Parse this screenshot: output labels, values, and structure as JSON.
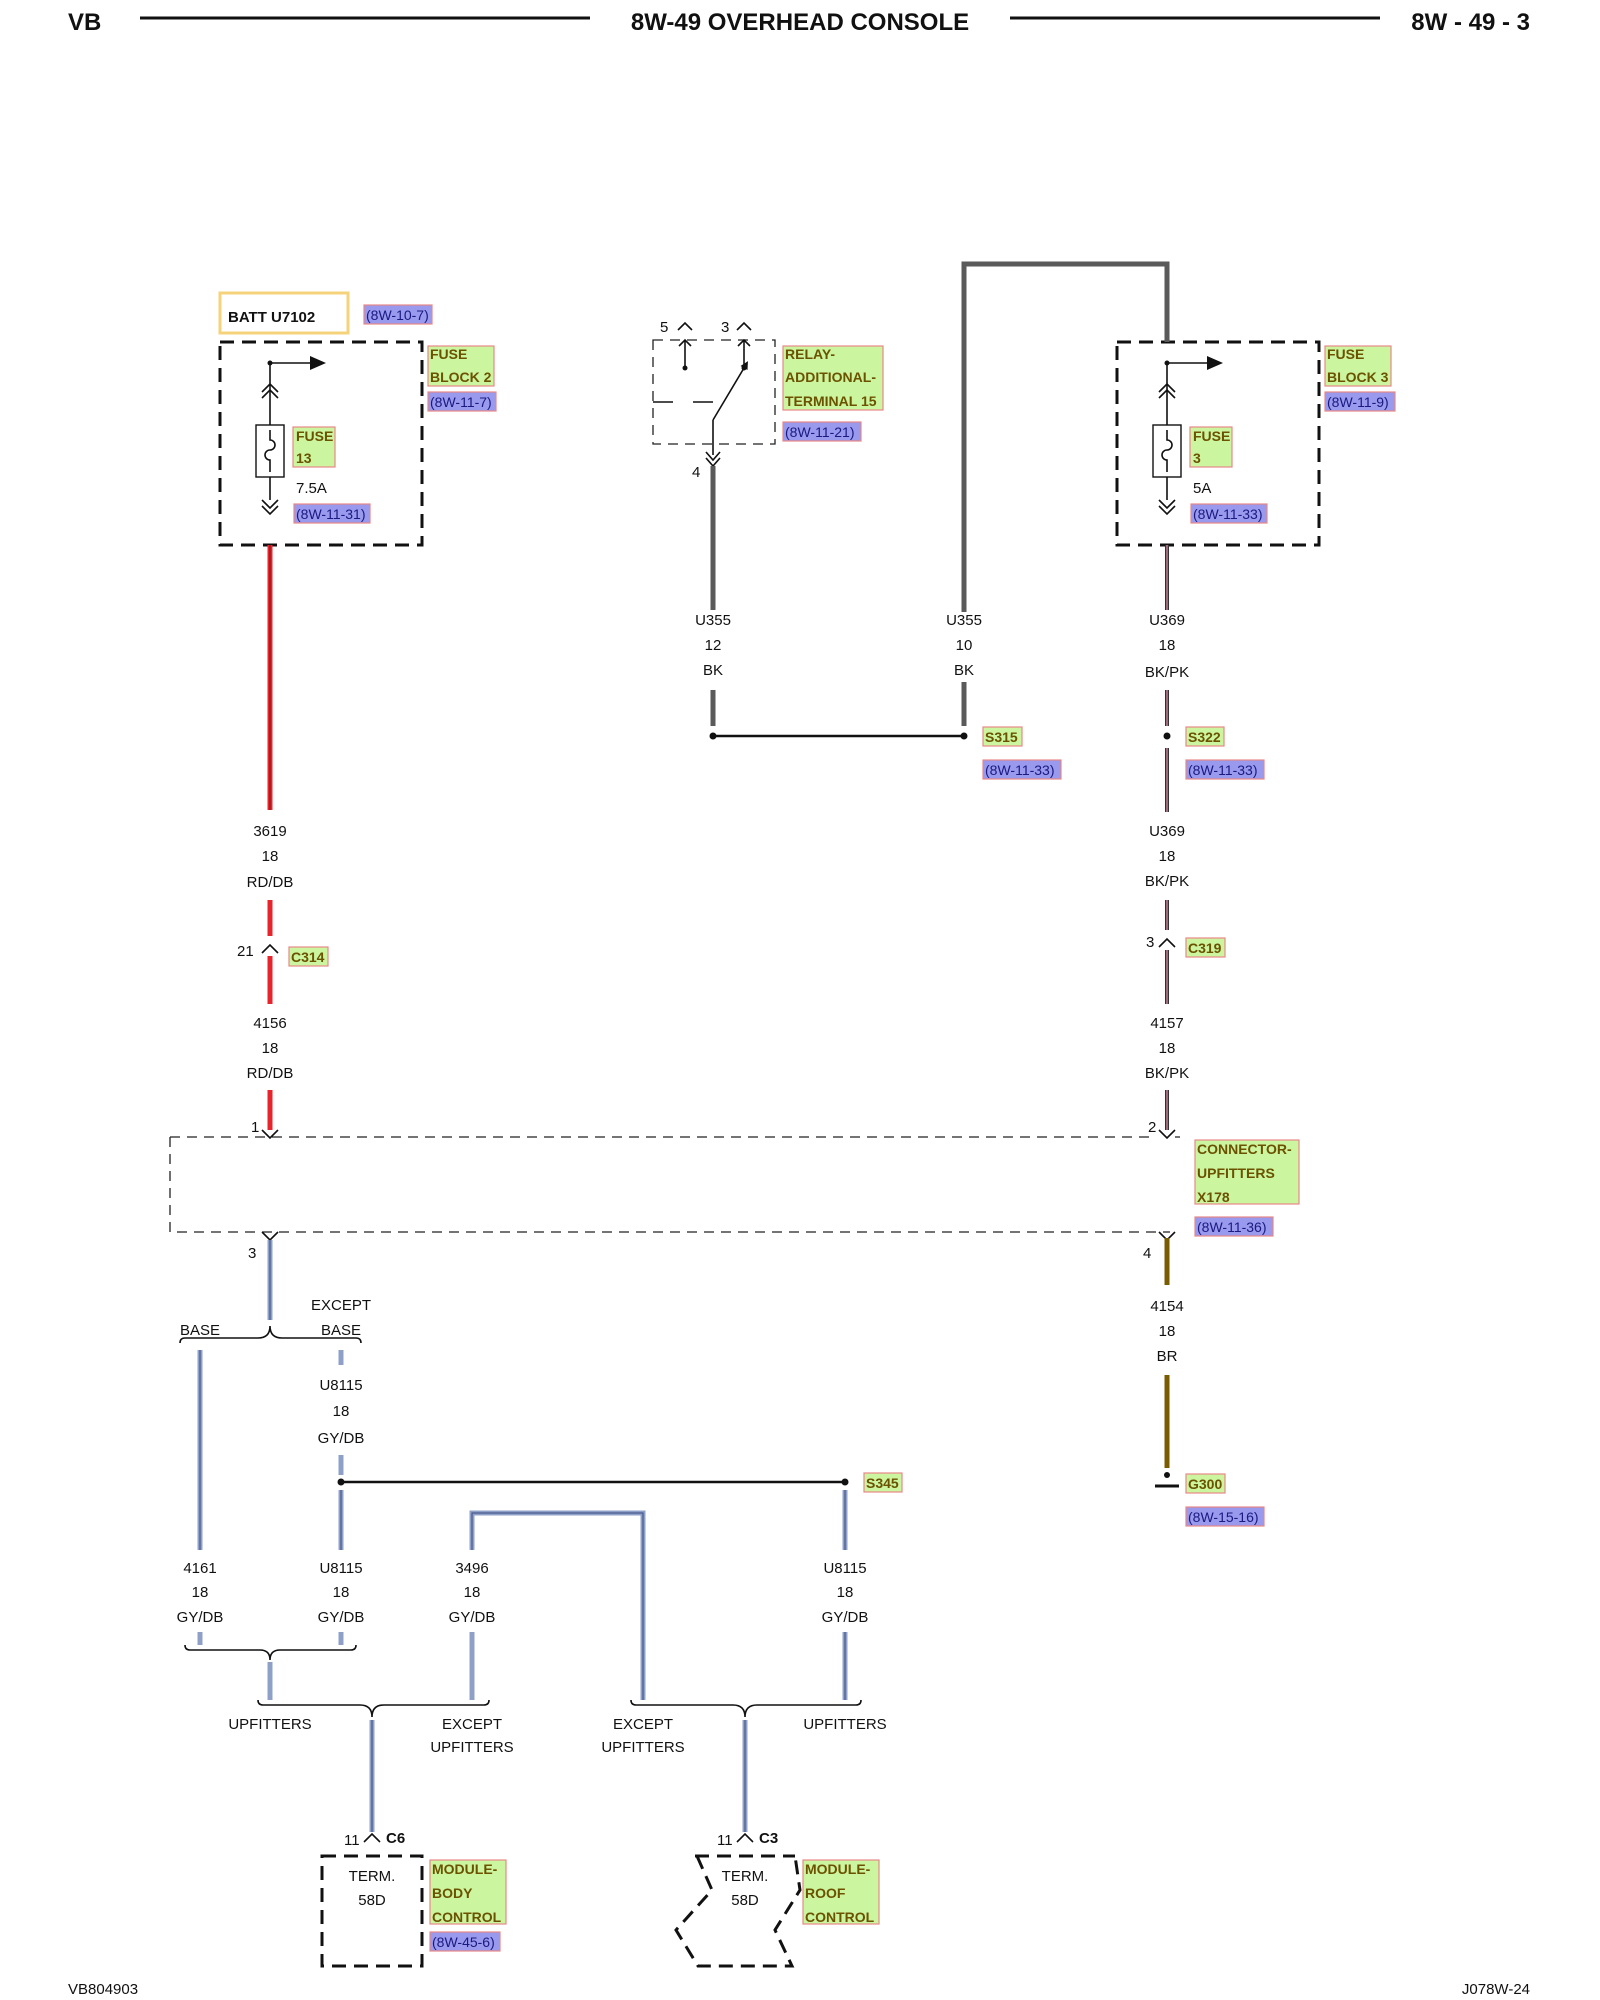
{
  "header": {
    "left": "VB",
    "title": "8W-49 OVERHEAD CONSOLE",
    "right": "8W - 49 - 3"
  },
  "footer": {
    "left": "VB804903",
    "right": "J078W-24"
  },
  "batt": {
    "label": "BATT U7102",
    "ref": "(8W-10-7)"
  },
  "fuse_block_2": {
    "name_l1": "FUSE",
    "name_l2": "BLOCK 2",
    "ref": "(8W-11-7)",
    "fuse_l1": "FUSE",
    "fuse_l2": "13",
    "rating": "7.5A",
    "fuse_ref": "(8W-11-31)"
  },
  "relay": {
    "name_l1": "RELAY-",
    "name_l2": "ADDITIONAL-",
    "name_l3": "TERMINAL 15",
    "ref": "(8W-11-21)",
    "pin5": "5",
    "pin3": "3",
    "pin4": "4"
  },
  "fuse_block_3": {
    "name_l1": "FUSE",
    "name_l2": "BLOCK 3",
    "ref": "(8W-11-9)",
    "fuse_l1": "FUSE",
    "fuse_l2": "3",
    "rating": "5A",
    "fuse_ref": "(8W-11-33)"
  },
  "wires": {
    "u355_a": {
      "circuit": "U355",
      "gauge": "12",
      "color": "BK"
    },
    "u355_b": {
      "circuit": "U355",
      "gauge": "10",
      "color": "BK"
    },
    "u369_a": {
      "circuit": "U369",
      "gauge": "18",
      "color": "BK/PK"
    },
    "u369_b": {
      "circuit": "U369",
      "gauge": "18",
      "color": "BK/PK"
    },
    "w3619": {
      "circuit": "3619",
      "gauge": "18",
      "color": "RD/DB"
    },
    "w4156": {
      "circuit": "4156",
      "gauge": "18",
      "color": "RD/DB"
    },
    "w4157": {
      "circuit": "4157",
      "gauge": "18",
      "color": "BK/PK"
    },
    "w4154": {
      "circuit": "4154",
      "gauge": "18",
      "color": "BR"
    },
    "u8115_a": {
      "circuit": "U8115",
      "gauge": "18",
      "color": "GY/DB"
    },
    "w4161": {
      "circuit": "4161",
      "gauge": "18",
      "color": "GY/DB"
    },
    "u8115_b": {
      "circuit": "U8115",
      "gauge": "18",
      "color": "GY/DB"
    },
    "w3496": {
      "circuit": "3496",
      "gauge": "18",
      "color": "GY/DB"
    },
    "u8115_c": {
      "circuit": "U8115",
      "gauge": "18",
      "color": "GY/DB"
    }
  },
  "splices": {
    "s315": {
      "name": "S315",
      "ref": "(8W-11-33)"
    },
    "s322": {
      "name": "S322",
      "ref": "(8W-11-33)"
    },
    "s345": {
      "name": "S345"
    }
  },
  "connectors": {
    "c314": {
      "name": "C314",
      "pin": "21"
    },
    "c319": {
      "name": "C319",
      "pin": "3"
    }
  },
  "x178": {
    "name_l1": "CONNECTOR-",
    "name_l2": "UPFITTERS",
    "name_l3": "X178",
    "ref": "(8W-11-36)",
    "pin1": "1",
    "pin2": "2",
    "pin3": "3",
    "pin4": "4"
  },
  "ground": {
    "name": "G300",
    "ref": "(8W-15-16)"
  },
  "options": {
    "base": "BASE",
    "except": "EXCEPT",
    "except_base": "BASE",
    "upfitters": "UPFITTERS",
    "except_upf_l1": "EXCEPT",
    "except_upf_l2": "UPFITTERS"
  },
  "body_control": {
    "name_l1": "MODULE-",
    "name_l2": "BODY",
    "name_l3": "CONTROL",
    "ref": "(8W-45-6)",
    "connector": "C6",
    "pin": "11",
    "term_l1": "TERM.",
    "term_l2": "58D"
  },
  "roof_control": {
    "name_l1": "MODULE-",
    "name_l2": "ROOF",
    "name_l3": "CONTROL",
    "connector": "C3",
    "pin": "11",
    "term_l1": "TERM.",
    "term_l2": "58D"
  },
  "colors": {
    "red_wire": "#e8232b",
    "black_wire": "#444444",
    "pink_wire": "#cc6680",
    "brown_wire": "#7a5c00",
    "gray_blue_wire": "#8fa0c8",
    "label_green": "#ccf5a0",
    "ref_purple": "#9999ee"
  }
}
